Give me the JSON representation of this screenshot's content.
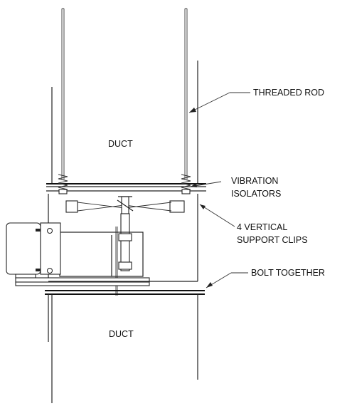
{
  "labels": {
    "duct_upper": "DUCT",
    "duct_lower": "DUCT",
    "threaded_rod": "THREADED ROD",
    "vibration_isolators_line1": "VIBRATION",
    "vibration_isolators_line2": "ISOLATORS",
    "support_clips_line1": "4 VERTICAL",
    "support_clips_line2": "SUPPORT CLIPS",
    "bolt_together": "BOLT TOGETHER"
  },
  "colors": {
    "line": "#222222",
    "background": "#ffffff"
  }
}
